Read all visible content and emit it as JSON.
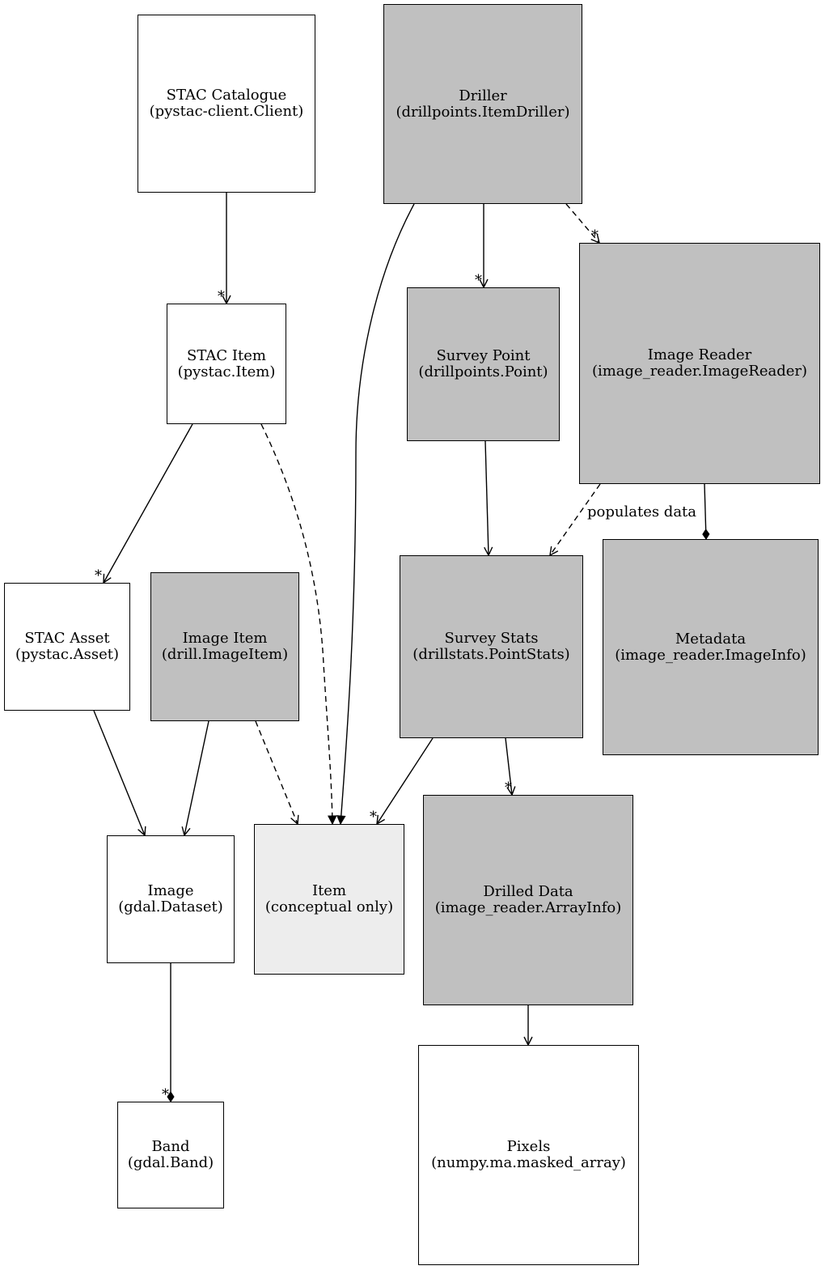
{
  "nodes": {
    "stac_catalogue": {
      "title": "STAC Catalogue",
      "subtitle": "(pystac-client.Client)"
    },
    "driller": {
      "title": "Driller",
      "subtitle": "(drillpoints.ItemDriller)"
    },
    "stac_item": {
      "title": "STAC Item",
      "subtitle": "(pystac.Item)"
    },
    "survey_point": {
      "title": "Survey Point",
      "subtitle": "(drillpoints.Point)"
    },
    "image_reader": {
      "title": "Image Reader",
      "subtitle": "(image_reader.ImageReader)"
    },
    "stac_asset": {
      "title": "STAC Asset",
      "subtitle": "(pystac.Asset)"
    },
    "image_item": {
      "title": "Image Item",
      "subtitle": "(drill.ImageItem)"
    },
    "survey_stats": {
      "title": "Survey Stats",
      "subtitle": "(drillstats.PointStats)"
    },
    "metadata": {
      "title": "Metadata",
      "subtitle": "(image_reader.ImageInfo)"
    },
    "image": {
      "title": "Image",
      "subtitle": "(gdal.Dataset)"
    },
    "item": {
      "title": "Item",
      "subtitle": "(conceptual only)"
    },
    "drilled_data": {
      "title": "Drilled Data",
      "subtitle": "(image_reader.ArrayInfo)"
    },
    "band": {
      "title": "Band",
      "subtitle": "(gdal.Band)"
    },
    "pixels": {
      "title": "Pixels",
      "subtitle": "(numpy.ma.masked_array)"
    }
  },
  "edges": {
    "populates_label": "populates data",
    "multiplicity_mark": "*"
  },
  "colors": {
    "white_node": "#ffffff",
    "grey_node": "#c0c0c0",
    "conceptual_node": "#ededed",
    "line": "#000000"
  }
}
